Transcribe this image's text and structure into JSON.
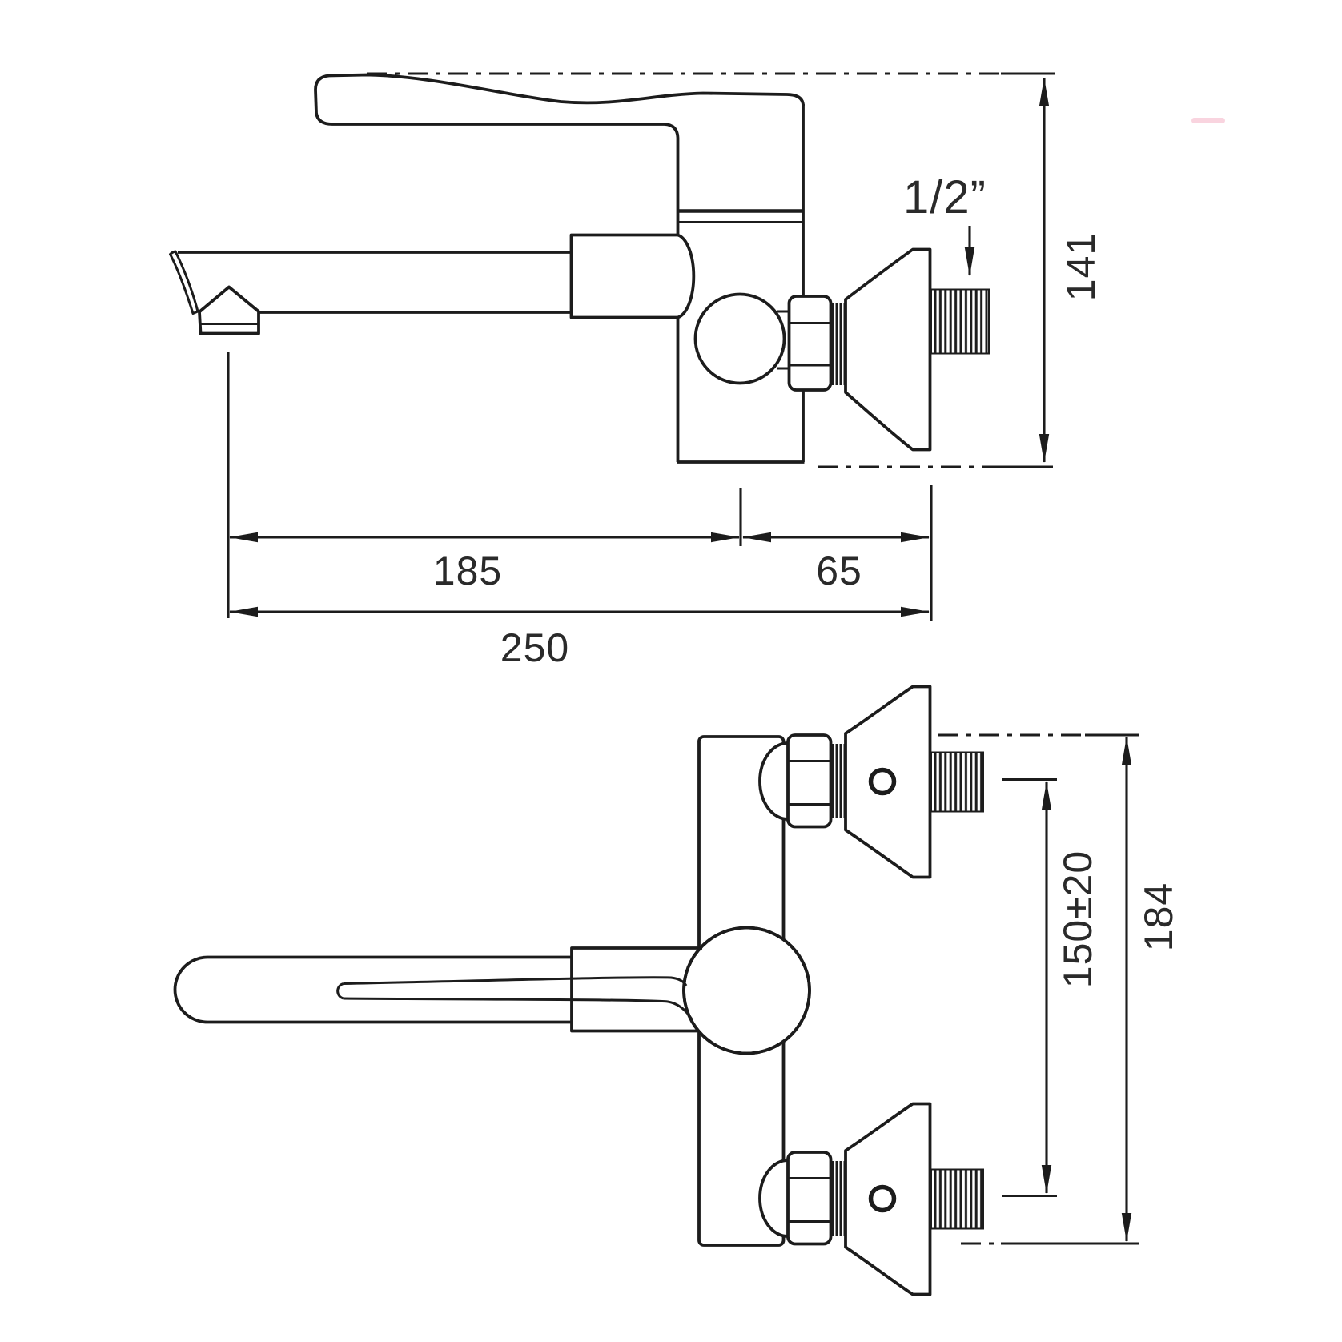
{
  "drawing": {
    "background": "#ffffff",
    "line_color": "#1c1c1c",
    "accent_artifact_color": "#f3aabf",
    "side_view": {
      "labels": {
        "spout_reach": "185",
        "wall_offset": "65",
        "total_reach": "250",
        "height": "141",
        "thread": "1/2”"
      }
    },
    "plan_view": {
      "labels": {
        "inlet_spacing": "150±20",
        "overall_width": "184"
      }
    }
  }
}
